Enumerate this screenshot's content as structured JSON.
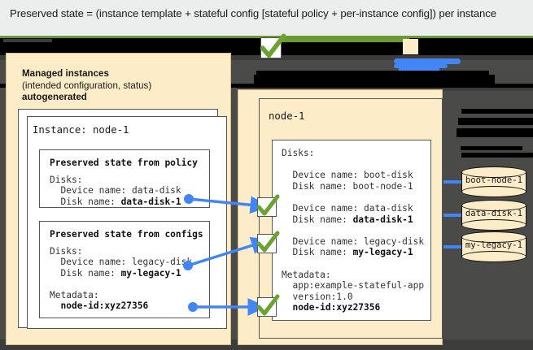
{
  "caption": {
    "text": "Preserved state = (instance template + stateful config [stateful policy + per-instance config]) per instance"
  },
  "colors": {
    "panel_fill": "#fdecc8",
    "backdrop": "#4a4a49",
    "arrow_blue": "#4285f4",
    "check_green": "#6aa330",
    "caption_band": "#eceded",
    "redaction_black": "#000000",
    "redaction_grey": "#3c3c3b"
  },
  "left_panel": {
    "heading": "Managed instances",
    "subheading": "(intended configuration, status)",
    "heading_emphasis": "autogenerated",
    "instance_label": "Instance: node-1",
    "boxes": [
      {
        "title": "Preserved state from policy",
        "lines": "Disks:\n  Device name: data-disk\n  Disk name: ",
        "bold_tail": "data-disk-1"
      },
      {
        "title": "Preserved state from configs",
        "lines_a": "Disks:\n  Device name: legacy-disk\n  Disk name: ",
        "bold_a": "my-legacy-1",
        "lines_b": "\n\nMetadata:\n  ",
        "bold_b": "node-id:xyz27356"
      }
    ]
  },
  "right_panel": {
    "node_label": "node-1",
    "detail_head": "Disks:\n\n  Device name: boot-disk\n  Disk name: boot-node-1\n\n  Device name: data-disk\n  Disk name: ",
    "detail_bold_1": "data-disk-1",
    "detail_mid": "\n\n  Device name: legacy-disk\n  Disk name: ",
    "detail_bold_2": "my-legacy-1",
    "detail_tail": "\n\nMetadata:\n  app:example-stateful-app\n  version:1.0\n  ",
    "detail_bold_3": "node-id:xyz27356"
  },
  "disks": [
    {
      "label": "boot-node-1"
    },
    {
      "label": "data-disk-1"
    },
    {
      "label": "my-legacy-1"
    }
  ],
  "checkmarks": [
    {
      "name": "check-data-disk"
    },
    {
      "name": "check-legacy-disk"
    },
    {
      "name": "check-node-id"
    },
    {
      "name": "check-top-header"
    }
  ],
  "icons": {
    "check": "check-icon",
    "disk": "disk-cylinder-icon",
    "arrow": "arrow-right-icon"
  }
}
